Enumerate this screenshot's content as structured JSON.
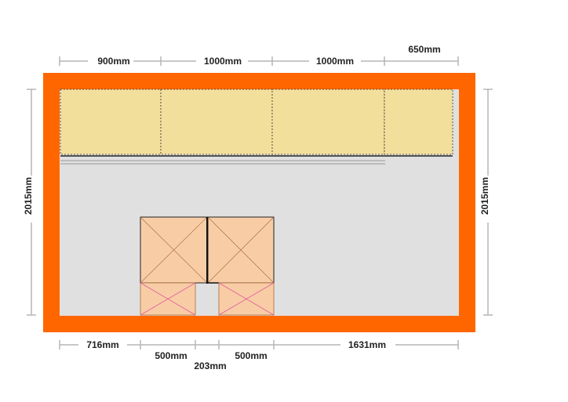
{
  "colors": {
    "wall": "#ff6600",
    "floor": "#e0e0e0",
    "wall_cabinet": "#f3df9c",
    "appliance": "#f8cda6",
    "dimension_line": "#b5b5b5",
    "dimension_text": "#222222",
    "cross_pink": "#e05a9a",
    "cross_brown": "#a86a3a"
  },
  "dimensions": {
    "top": [
      "900mm",
      "1000mm",
      "1000mm",
      "650mm"
    ],
    "bottom_row1": [
      "716mm",
      "500mm",
      "500mm",
      "1631mm"
    ],
    "bottom_row2": [
      "203mm"
    ],
    "left": "2015mm",
    "right": "2015mm"
  }
}
